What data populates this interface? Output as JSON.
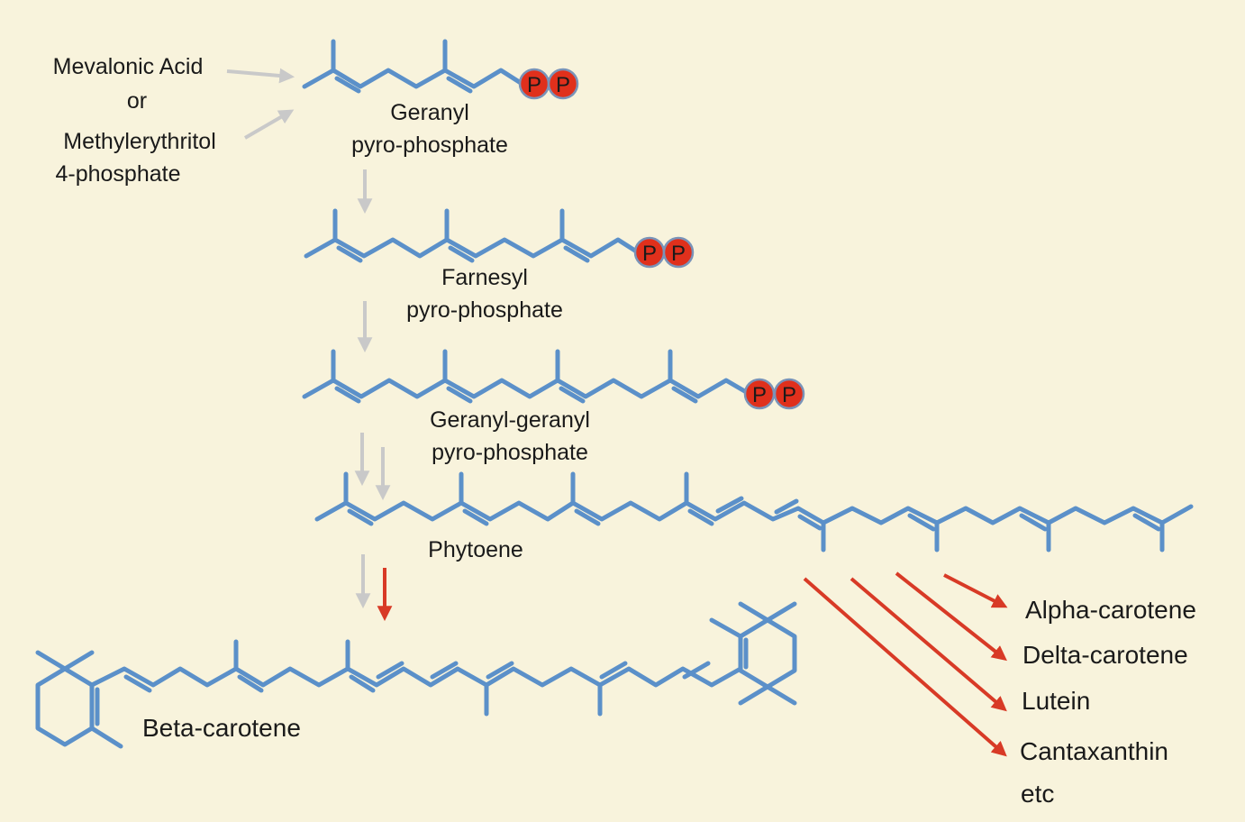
{
  "colors": {
    "background": "#f8f3dc",
    "bond": "#5b90c9",
    "phosphate": "#e0301c",
    "gray_arrow": "#c9c9c9",
    "red_arrow": "#d83a26"
  },
  "precursors": {
    "mevalonic": "Mevalonic Acid",
    "or": "or",
    "mep_line1": "Methylerythritol",
    "mep_line2": "4-phosphate"
  },
  "molecules": {
    "gpp": {
      "line1": "Geranyl",
      "line2": "pyro-phosphate"
    },
    "fpp": {
      "line1": "Farnesyl",
      "line2": "pyro-phosphate"
    },
    "ggpp": {
      "line1": "Geranyl-geranyl",
      "line2": "pyro-phosphate"
    },
    "phytoene": "Phytoene",
    "beta_carotene": "Beta-carotene"
  },
  "phosphate_letter": "P",
  "products": [
    "Alpha-carotene",
    "Delta-carotene",
    "Lutein",
    "Cantaxanthin",
    "etc"
  ]
}
